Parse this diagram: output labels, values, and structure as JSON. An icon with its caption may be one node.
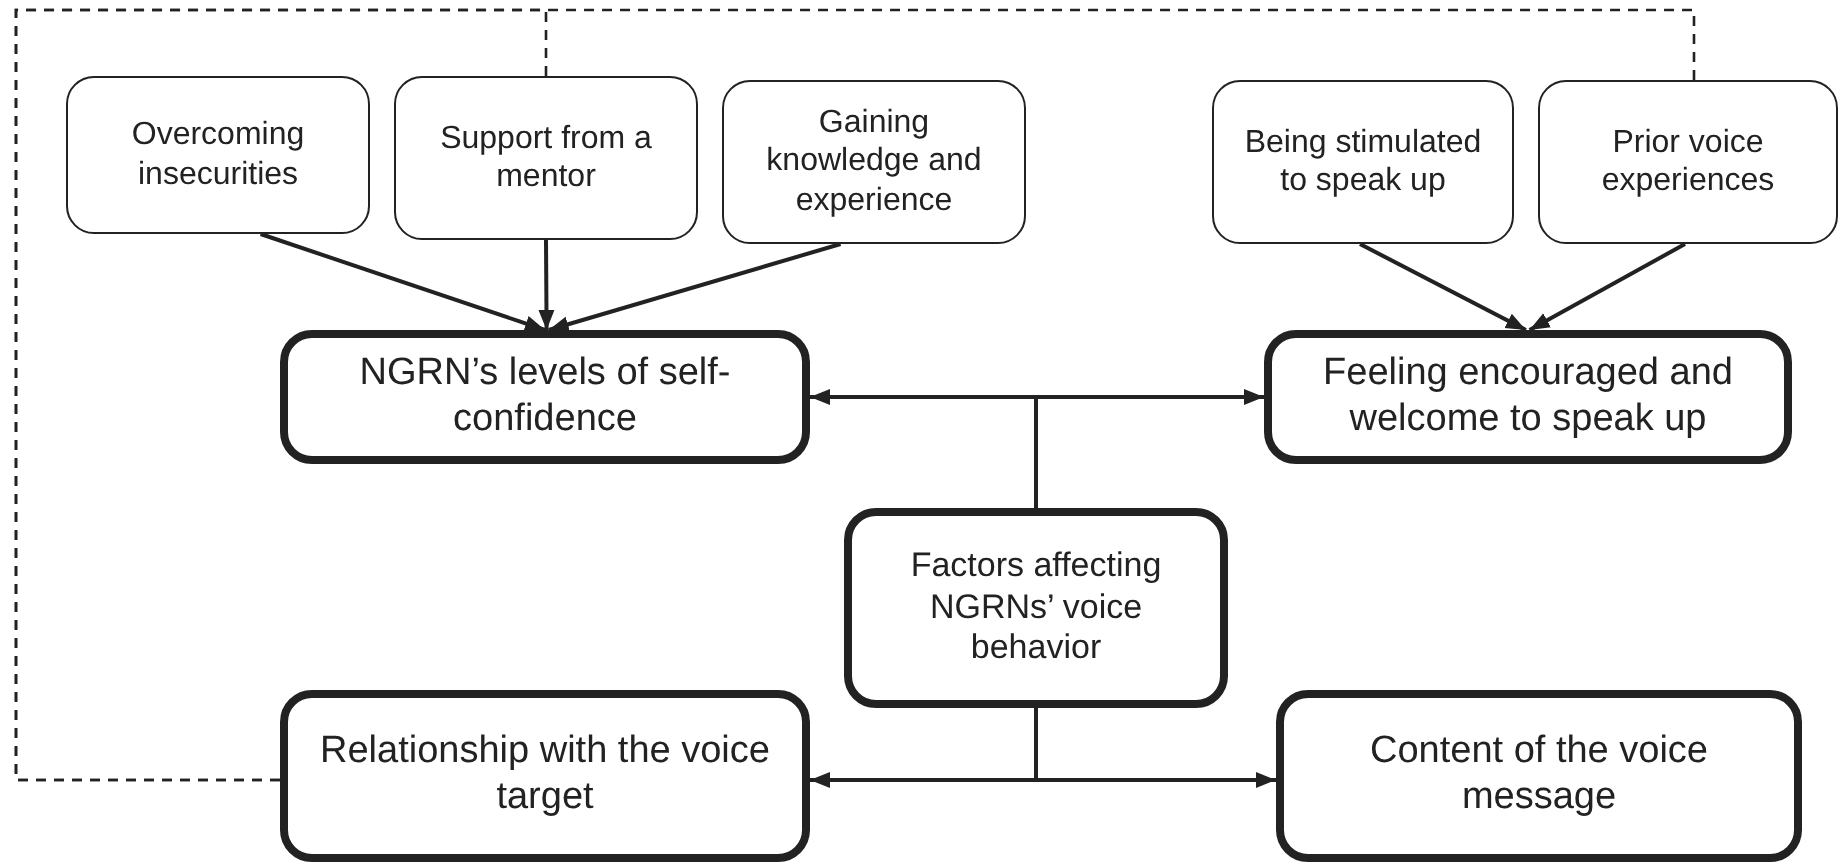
{
  "diagram": {
    "nodes": [
      {
        "text": [
          "Overcoming insecurities"
        ]
      },
      {
        "text": [
          "Support from a mentor"
        ]
      },
      {
        "text": [
          "Gaining knowledge and experience"
        ]
      },
      {
        "text": [
          "Being stimulated to speak up"
        ]
      },
      {
        "text": [
          "Prior voice experiences"
        ]
      },
      {
        "text": [
          "NGRN’s levels of self-confidence"
        ]
      },
      {
        "text": [
          "Feeling encouraged and welcome to speak up"
        ]
      },
      {
        "text": [
          "Factors affecting NGRNs’ voice behavior"
        ]
      },
      {
        "text": [
          "Relationship with the voice target"
        ]
      },
      {
        "text": [
          "Content of the voice message"
        ]
      }
    ],
    "edges": [
      {
        "from": 0,
        "to": 5,
        "arrow": "to"
      },
      {
        "from": 1,
        "to": 5,
        "arrow": "to"
      },
      {
        "from": 2,
        "to": 5,
        "arrow": "to"
      },
      {
        "from": 3,
        "to": 6,
        "arrow": "to"
      },
      {
        "from": 4,
        "to": 6,
        "arrow": "to"
      },
      {
        "from": 7,
        "to": 5,
        "arrow": "to"
      },
      {
        "from": 7,
        "to": 6,
        "arrow": "to"
      },
      {
        "from": 7,
        "to": 8,
        "arrow": "to"
      },
      {
        "from": 7,
        "to": 9,
        "arrow": "to"
      },
      {
        "from": 8,
        "to": 1,
        "arrow": "none",
        "style": "dashed"
      },
      {
        "from": 8,
        "to": 4,
        "arrow": "none",
        "style": "dashed"
      }
    ]
  }
}
